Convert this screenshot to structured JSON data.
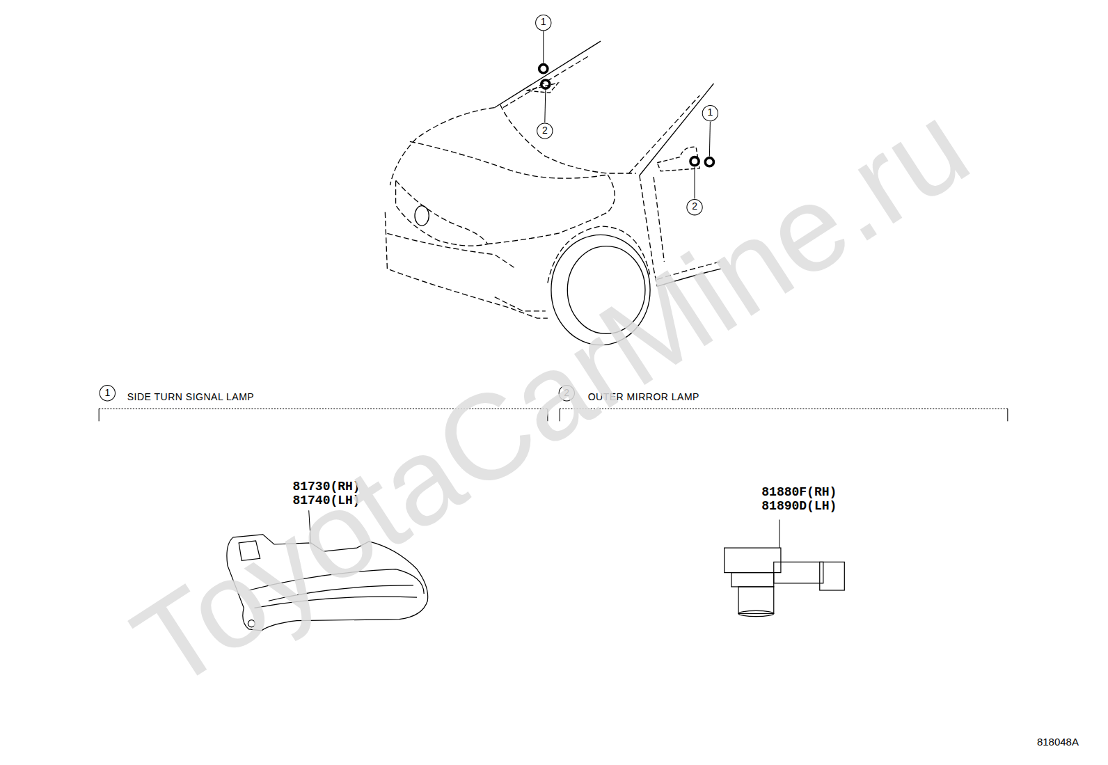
{
  "diagram": {
    "labels": [
      "1",
      "2",
      "1",
      "2",
      "1",
      "SIDE TURN SIGNAL LAMP",
      "2",
      "OUTER MIRROR LAMP",
      "81730(RH)",
      "81740(LH)",
      "81880F(RH)",
      "81890D(LH)",
      "818048A",
      "ToyotaCarMine.ru"
    ]
  }
}
